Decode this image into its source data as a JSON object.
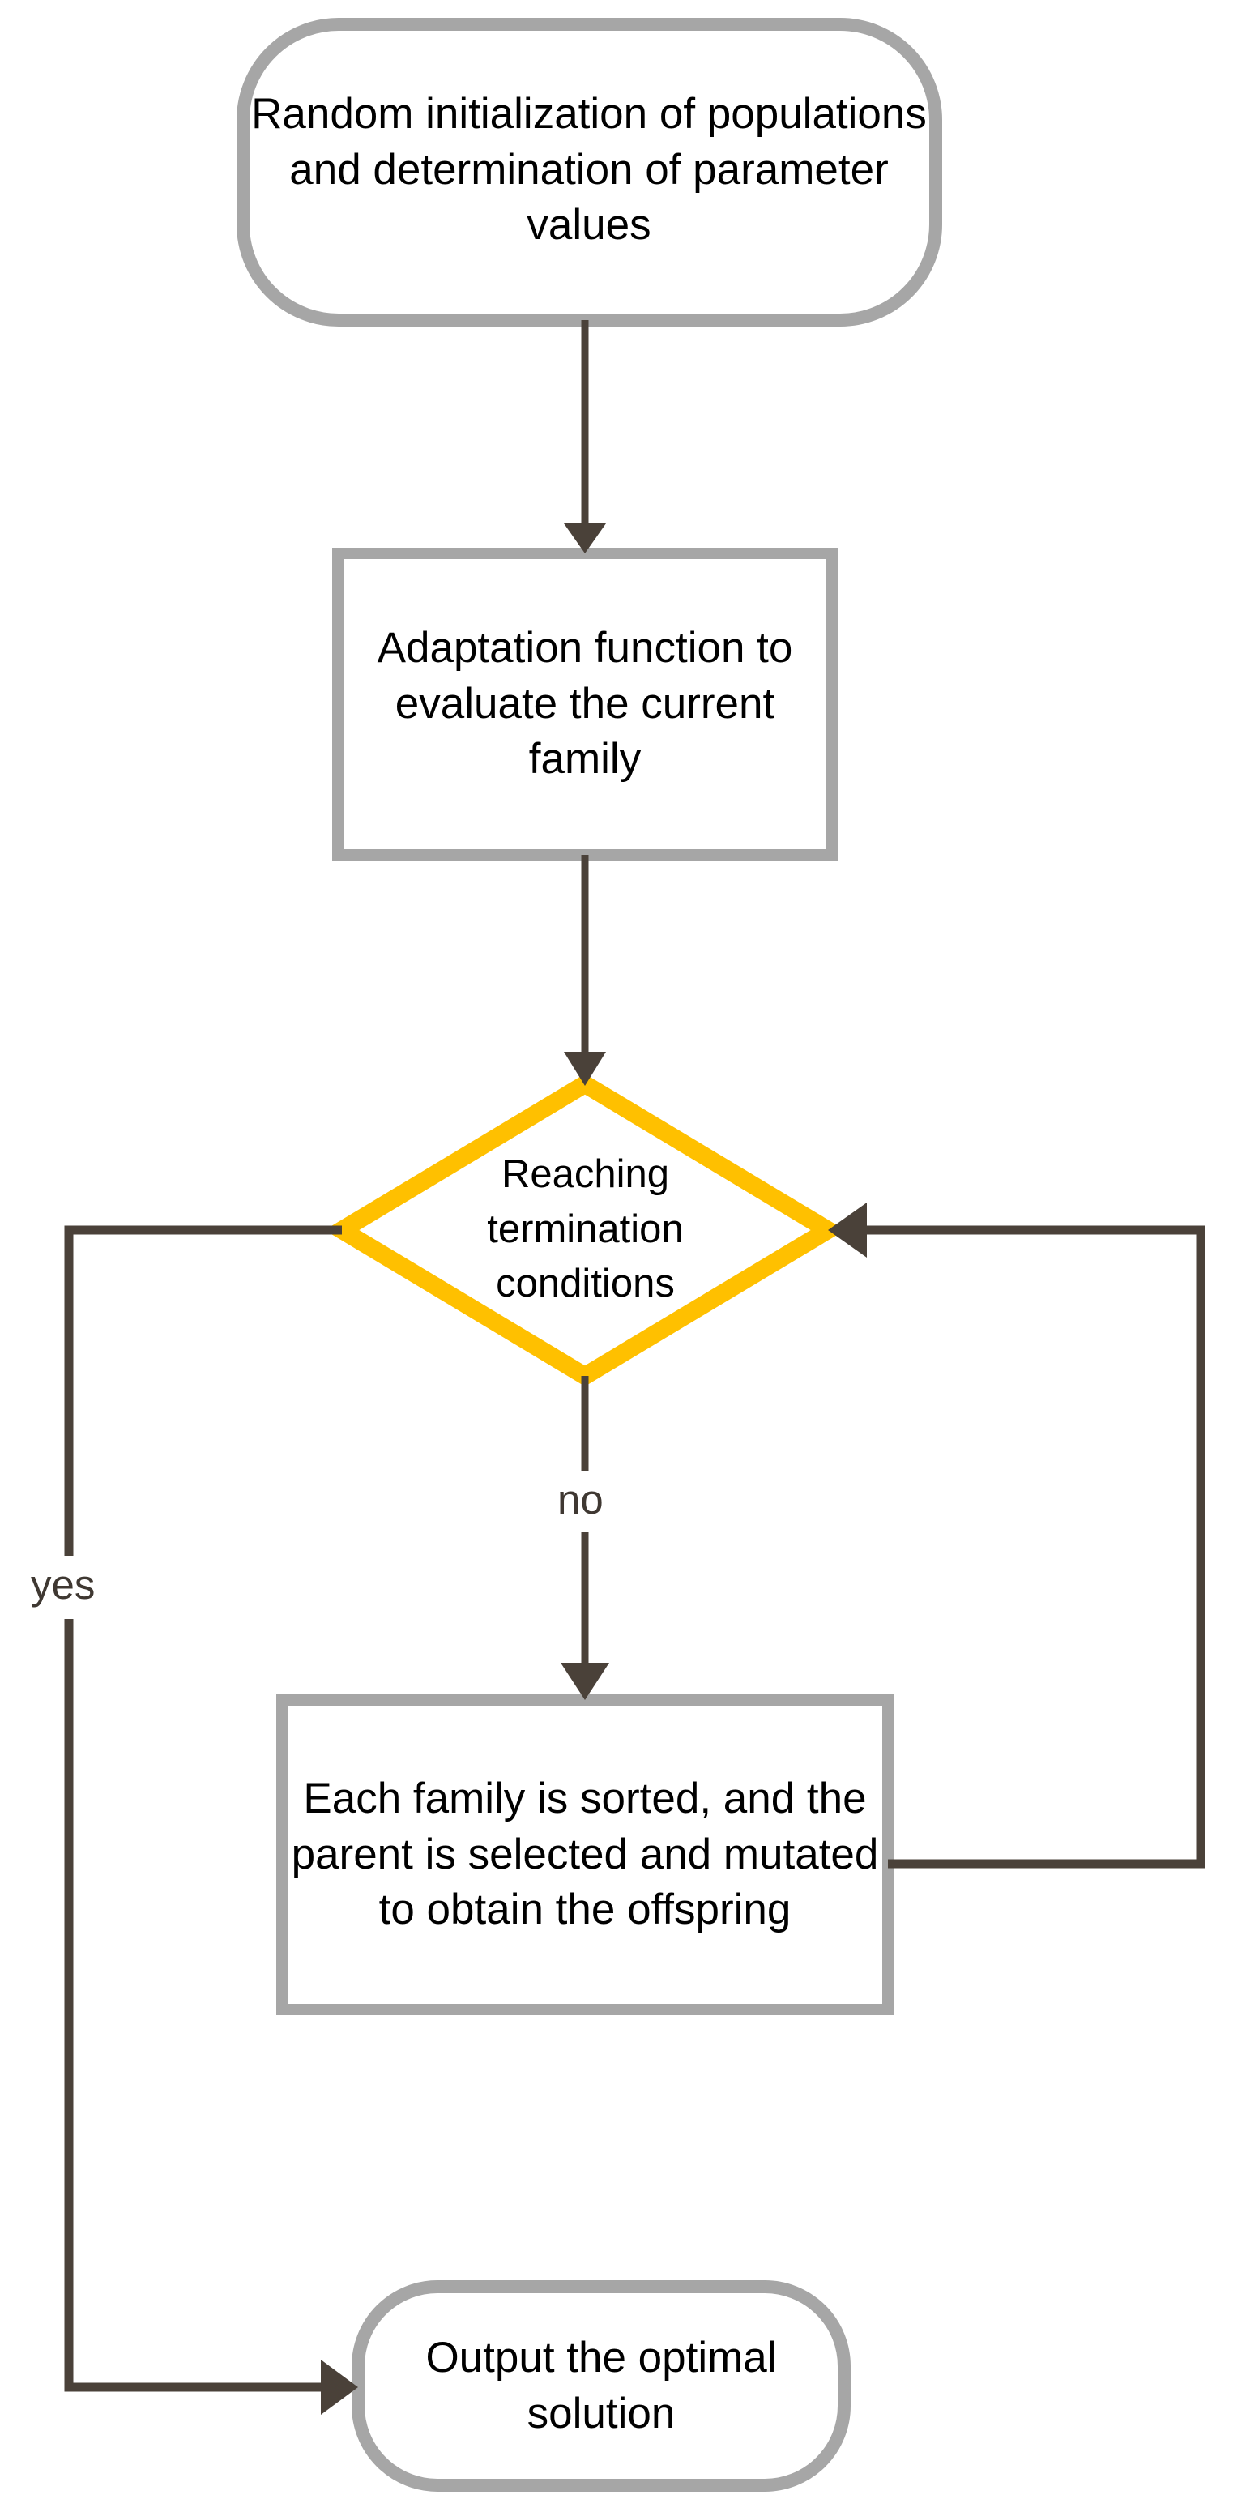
{
  "diagram": {
    "type": "flowchart",
    "orientation": "top-to-bottom",
    "background_color": "#ffffff",
    "node_border_color": "#a6a6a6",
    "decision_border_color": "#ffc000",
    "connector_color": "#4a4139",
    "text_color": "#000000"
  },
  "nodes": {
    "start": {
      "shape": "terminator",
      "text": "Random initialization of populations and determination of parameter values"
    },
    "evaluate": {
      "shape": "process",
      "text": "Adaptation function to evaluate the current family"
    },
    "decision": {
      "shape": "decision",
      "text": "Reaching termination conditions"
    },
    "offspring": {
      "shape": "process",
      "text": "Each family is sorted, and the parent is selected and mutated to obtain the offspring"
    },
    "output": {
      "shape": "terminator",
      "text": "Output the optimal solution"
    }
  },
  "edges": {
    "start_to_evaluate": {
      "label": ""
    },
    "evaluate_to_decision": {
      "label": ""
    },
    "decision_to_offspring": {
      "label": "no"
    },
    "decision_to_output": {
      "label": "yes"
    },
    "offspring_to_decision": {
      "label": ""
    }
  }
}
